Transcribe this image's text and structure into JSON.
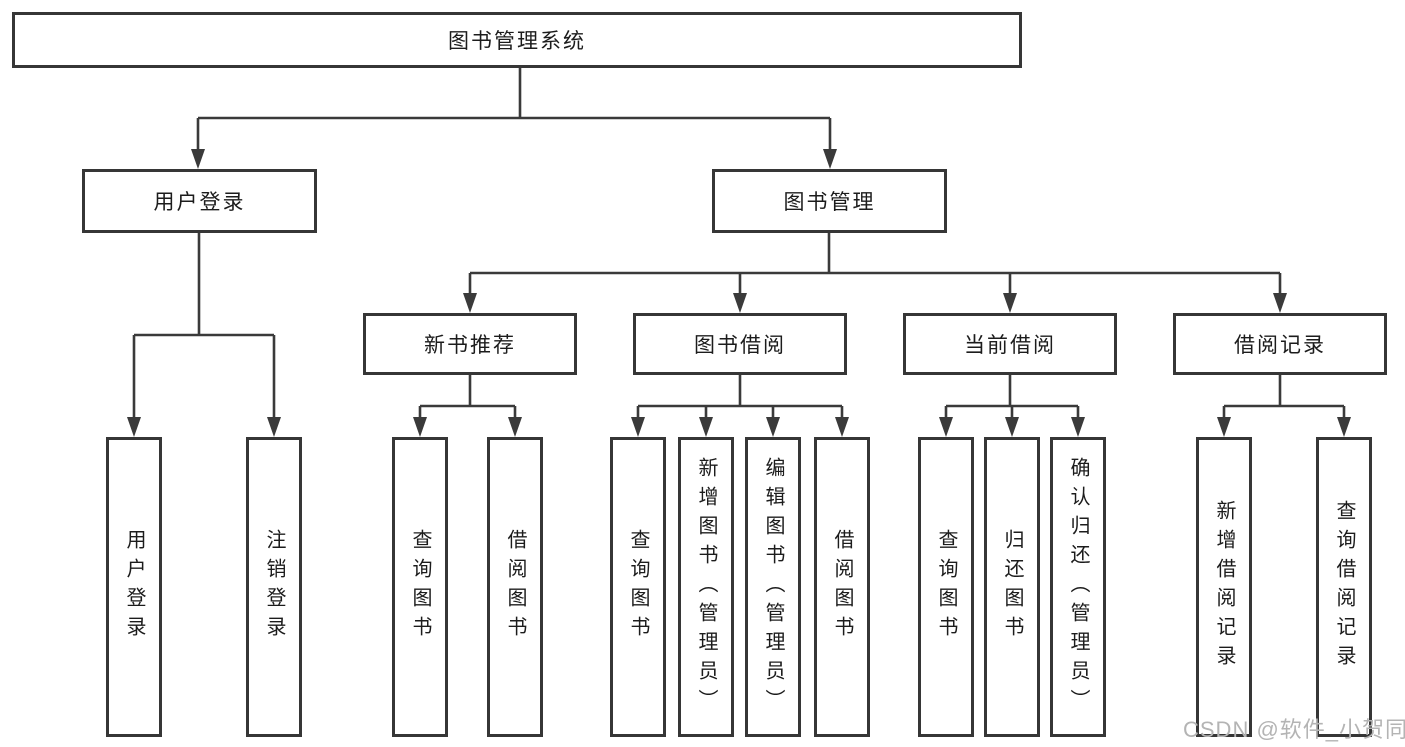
{
  "diagram": {
    "root": {
      "label": "图书管理系统"
    },
    "level2": {
      "user_login": {
        "label": "用户登录"
      },
      "book_manage": {
        "label": "图书管理"
      }
    },
    "level3": {
      "new_book_recommend": {
        "label": "新书推荐"
      },
      "book_borrow": {
        "label": "图书借阅"
      },
      "current_borrow": {
        "label": "当前借阅"
      },
      "borrow_records": {
        "label": "借阅记录"
      }
    },
    "leaves": {
      "user_login_children": [
        "用户登录",
        "注销登录"
      ],
      "new_book_recommend_children": [
        "查询图书",
        "借阅图书"
      ],
      "book_borrow_children": [
        "查询图书",
        "新增图书（管理员）",
        "编辑图书（管理员）",
        "借阅图书"
      ],
      "current_borrow_children": [
        "查询图书",
        "归还图书",
        "确认归还（管理员）"
      ],
      "borrow_records_children": [
        "新增借阅记录",
        "查询借阅记录"
      ]
    }
  },
  "watermark": "CSDN @软件_小贺同学",
  "colors": {
    "line": "#3a3a3a",
    "box_border": "#363636",
    "text": "#1c1c1c",
    "watermark": "#b4b4b4",
    "background": "#ffffff"
  }
}
